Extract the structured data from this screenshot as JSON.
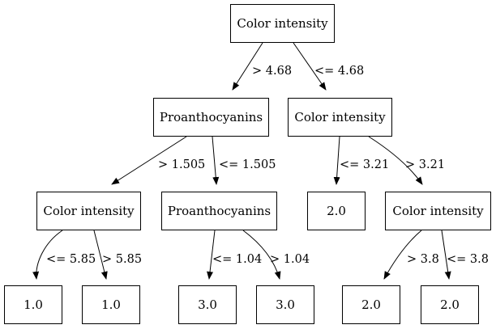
{
  "tree": {
    "nodes": {
      "n0": "Color intensity",
      "n1": "Proanthocyanins",
      "n2": "Color intensity",
      "n3": "Color intensity",
      "n4": "Proanthocyanins",
      "n5": "2.0",
      "n6": "Color intensity",
      "n7": "1.0",
      "n8": "1.0",
      "n9": "3.0",
      "n10": "3.0",
      "n11": "2.0",
      "n12": "2.0"
    },
    "edges": {
      "e0_1": "> 4.68",
      "e0_2": "<= 4.68",
      "e1_3": "> 1.505",
      "e1_4": "<= 1.505",
      "e2_5": "<= 3.21",
      "e2_6": "> 3.21",
      "e3_7": "<= 5.85",
      "e3_8": "> 5.85",
      "e4_9": "<= 1.04",
      "e4_10": "> 1.04",
      "e6_11": "> 3.8",
      "e6_12": "<= 3.8"
    }
  }
}
